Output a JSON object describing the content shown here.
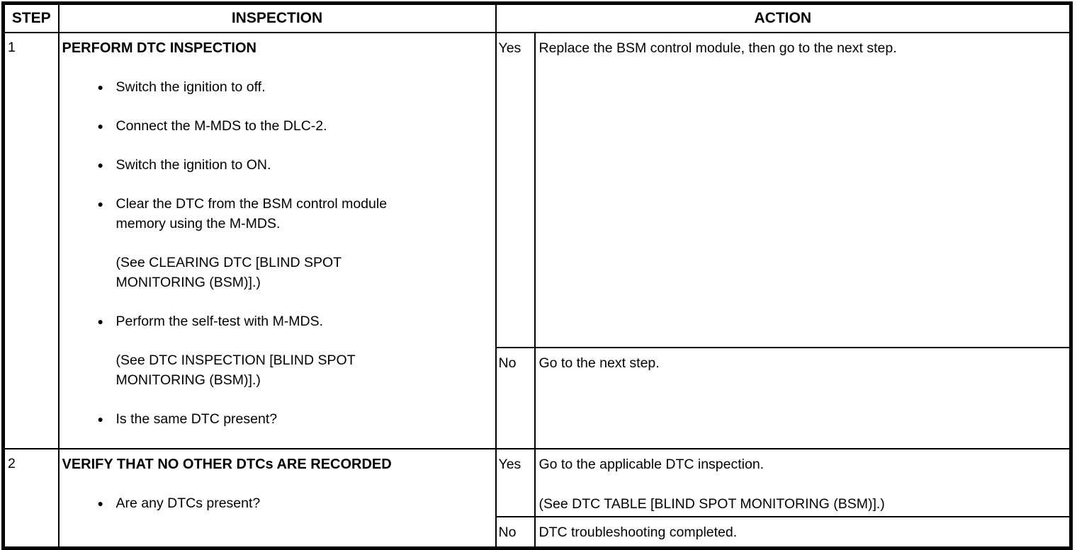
{
  "ui": {
    "bullet": "●"
  },
  "header": {
    "step": "STEP",
    "inspection": "INSPECTION",
    "action": "ACTION"
  },
  "steps": [
    {
      "number": "1",
      "title": "PERFORM DTC INSPECTION",
      "bullets": [
        {
          "text": "Switch the ignition to off."
        },
        {
          "text": "Connect the M-MDS to the DLC-2."
        },
        {
          "text": "Switch the ignition to ON."
        },
        {
          "text": "Clear the DTC from the BSM control module\nmemory using the M-MDS.",
          "note": "(See CLEARING DTC [BLIND SPOT\nMONITORING (BSM)].)"
        },
        {
          "text": "Perform the self-test with M-MDS.",
          "note": "(See DTC INSPECTION [BLIND SPOT\nMONITORING (BSM)].)"
        },
        {
          "text": "Is the same DTC present?"
        }
      ],
      "actions": [
        {
          "verdict": "Yes",
          "text": "Replace the BSM control module, then go to the next step."
        },
        {
          "verdict": "No",
          "text": "Go to the next step."
        }
      ]
    },
    {
      "number": "2",
      "title": "VERIFY THAT NO OTHER DTCs ARE RECORDED",
      "bullets": [
        {
          "text": "Are any DTCs present?"
        }
      ],
      "actions": [
        {
          "verdict": "Yes",
          "text": "Go to the applicable DTC inspection.\n\n(See DTC TABLE [BLIND SPOT MONITORING (BSM)].)"
        },
        {
          "verdict": "No",
          "text": "DTC troubleshooting completed."
        }
      ]
    }
  ]
}
